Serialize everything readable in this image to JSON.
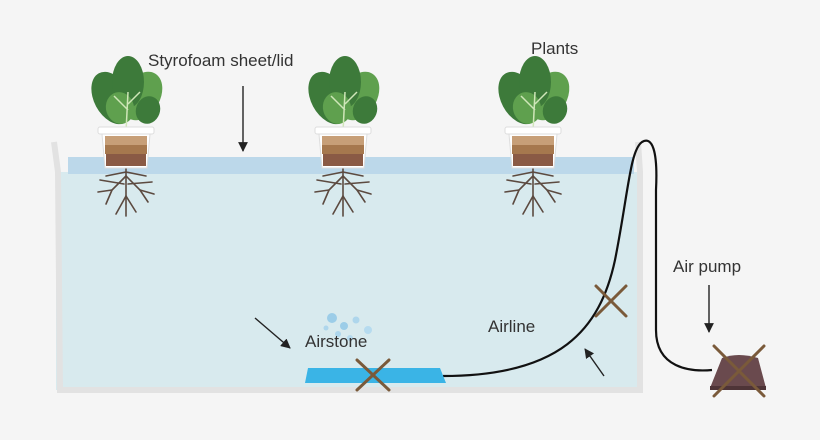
{
  "labels": {
    "lid": "Styrofoam sheet/lid",
    "plants": "Plants",
    "air_pump": "Air pump",
    "airstone": "Airstone",
    "airline": "Airline"
  },
  "colors": {
    "background": "#f5f5f5",
    "water": "#d8eaee",
    "tank_edge": "#e2e2e2",
    "lid": "#bcd8ea",
    "airstone": "#3ab4e6",
    "leaf_dark": "#3d7a3a",
    "leaf_light": "#5fa04e",
    "soil_top": "#c79f78",
    "soil_mid": "#a6784e",
    "soil_bottom": "#8a5a45",
    "pump": "#6a4a4e",
    "cross": "#7a5a3a",
    "airline": "#111111"
  },
  "icons": [
    "plant-icon",
    "airstone-icon",
    "air-pump-icon",
    "cross-mark-icon"
  ]
}
